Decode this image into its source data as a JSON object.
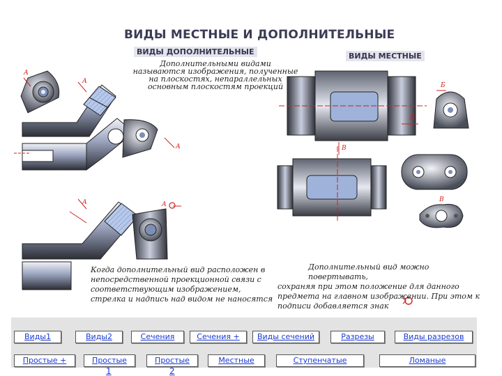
{
  "title": "ВИДЫ МЕСТНЫЕ И ДОПОЛНИТЕЛЬНЫЕ",
  "subtitle_additional": "ВИДЫ ДОПОЛНИТЕЛЬНЫЕ",
  "subtitle_local": "ВИДЫ МЕСТНЫЕ",
  "definition": [
    "Дополнительными видами",
    "называются изображения, полученные",
    "на плоскостях, непараллельных",
    "основным плоскостям проекций"
  ],
  "note_left": [
    "Когда дополнительный вид расположен в",
    "непосредственной проекционной связи с",
    "соответствующим изображением,",
    "стрелка и надпись над видом не наносятся"
  ],
  "note_right": [
    "Дополнительный вид можно повертывать,",
    "сохраняя при этом положение для данного",
    "предмета на главном изображении. При этом к",
    "подписи добавляется знак"
  ],
  "labels": {
    "a": "А",
    "b": "Б",
    "v": "В"
  },
  "nav_row1": [
    "Виды1",
    "Виды2",
    "Сечения",
    "Сечения +",
    "Виды сечений",
    "Разрезы",
    "Виды разрезов"
  ],
  "nav_row2": [
    "Простые +",
    "Простые",
    "Простые",
    "Местные",
    "Ступенчатые",
    "Ломаные"
  ],
  "nav_page_1": "1",
  "nav_page_2": "2",
  "colors": {
    "steel_dark": "#35373f",
    "steel_light": "#dfe3ee",
    "steel_blue": "#7d8fb6",
    "accent_red": "#d02020",
    "link_blue": "#1a3ad0"
  }
}
